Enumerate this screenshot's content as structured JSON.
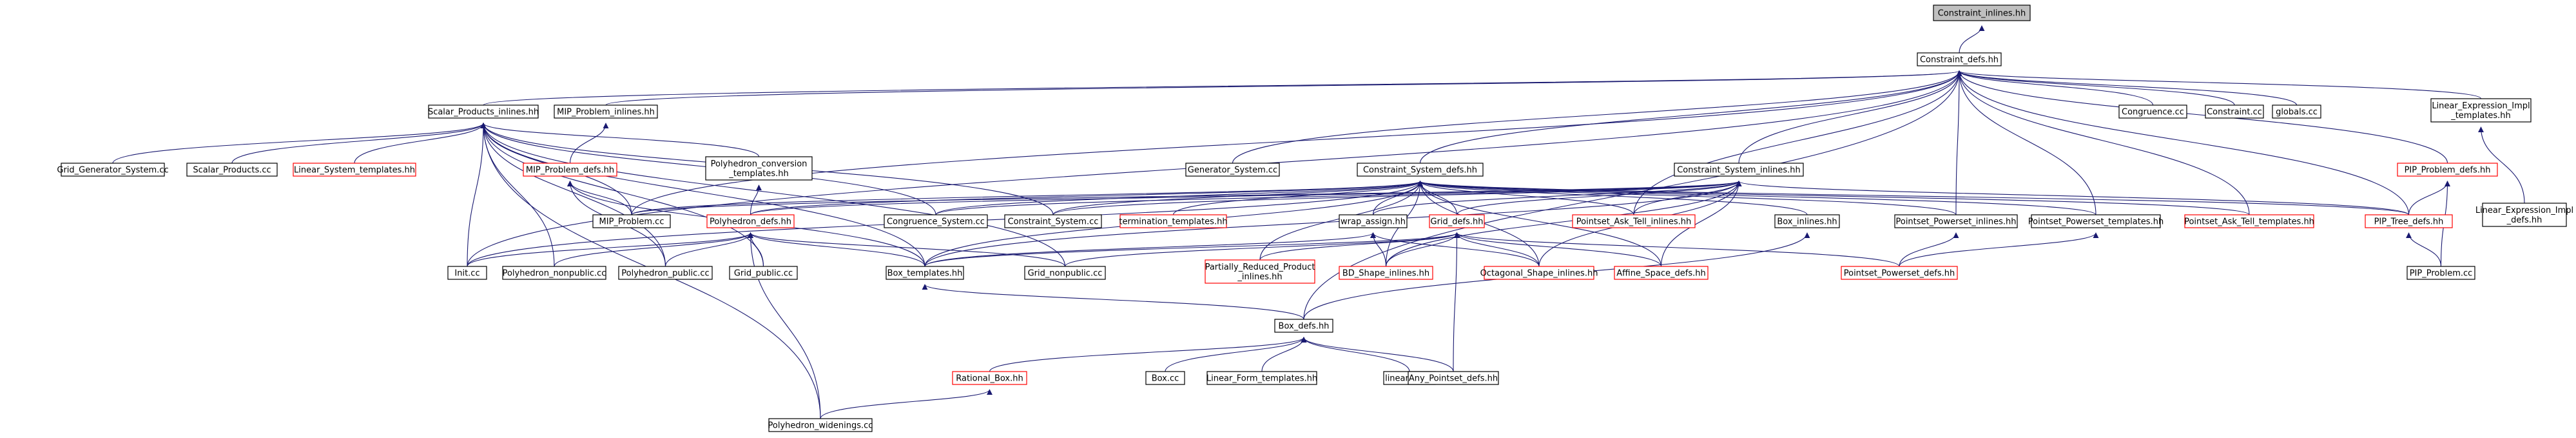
{
  "colors": {
    "edge": "#191970",
    "node_border_normal": "#000000",
    "node_border_truncated": "#ff0000",
    "root_fill": "#bfbfbf",
    "node_fill": "#ffffff",
    "background": "#ffffff"
  },
  "nodes": [
    {
      "id": "root",
      "lines": [
        "Constraint_inlines.hh"
      ],
      "root": true
    },
    {
      "id": "cdefs",
      "lines": [
        "Constraint_defs.hh"
      ]
    },
    {
      "id": "spi",
      "lines": [
        "Scalar_Products_inlines.hh"
      ]
    },
    {
      "id": "mipi",
      "lines": [
        "MIP_Problem_inlines.hh"
      ]
    },
    {
      "id": "cong",
      "lines": [
        "Congruence.cc"
      ]
    },
    {
      "id": "constr",
      "lines": [
        "Constraint.cc"
      ]
    },
    {
      "id": "glob",
      "lines": [
        "globals.cc"
      ]
    },
    {
      "id": "leimpl",
      "lines": [
        "Linear_Expression_Impl",
        "_templates.hh"
      ]
    },
    {
      "id": "ggs",
      "lines": [
        "Grid_Generator_System.cc"
      ]
    },
    {
      "id": "spcc",
      "lines": [
        "Scalar_Products.cc"
      ]
    },
    {
      "id": "lst",
      "lines": [
        "Linear_System_templates.hh"
      ],
      "truncated": true
    },
    {
      "id": "mipdefs",
      "lines": [
        "MIP_Problem_defs.hh"
      ],
      "truncated": true
    },
    {
      "id": "pct",
      "lines": [
        "Polyhedron_conversion",
        "_templates.hh"
      ]
    },
    {
      "id": "gscc",
      "lines": [
        "Generator_System.cc"
      ]
    },
    {
      "id": "csdefs",
      "lines": [
        "Constraint_System_defs.hh"
      ]
    },
    {
      "id": "csinl",
      "lines": [
        "Constraint_System_inlines.hh"
      ]
    },
    {
      "id": "pipdefs",
      "lines": [
        "PIP_Problem_defs.hh"
      ],
      "truncated": true
    },
    {
      "id": "leimpldefs",
      "lines": [
        "Linear_Expression_Impl",
        "_defs.hh"
      ]
    },
    {
      "id": "mipcc",
      "lines": [
        "MIP_Problem.cc"
      ]
    },
    {
      "id": "polydefs",
      "lines": [
        "Polyhedron_defs.hh"
      ],
      "truncated": true
    },
    {
      "id": "congsys",
      "lines": [
        "Congruence_System.cc"
      ]
    },
    {
      "id": "constrsys",
      "lines": [
        "Constraint_System.cc"
      ]
    },
    {
      "id": "termt",
      "lines": [
        "termination_templates.hh"
      ],
      "truncated": true
    },
    {
      "id": "wrap",
      "lines": [
        "wrap_assign.hh"
      ]
    },
    {
      "id": "griddefs",
      "lines": [
        "Grid_defs.hh"
      ],
      "truncated": true
    },
    {
      "id": "patinl",
      "lines": [
        "Pointset_Ask_Tell_inlines.hh"
      ],
      "truncated": true
    },
    {
      "id": "boxinl",
      "lines": [
        "Box_inlines.hh"
      ]
    },
    {
      "id": "ppinl",
      "lines": [
        "Pointset_Powerset_inlines.hh"
      ]
    },
    {
      "id": "ppt",
      "lines": [
        "Pointset_Powerset_templates.hh"
      ]
    },
    {
      "id": "patt",
      "lines": [
        "Pointset_Ask_Tell_templates.hh"
      ],
      "truncated": true
    },
    {
      "id": "piptree",
      "lines": [
        "PIP_Tree_defs.hh"
      ],
      "truncated": true
    },
    {
      "id": "initcc",
      "lines": [
        "Init.cc"
      ]
    },
    {
      "id": "polynp",
      "lines": [
        "Polyhedron_nonpublic.cc"
      ]
    },
    {
      "id": "polypub",
      "lines": [
        "Polyhedron_public.cc"
      ]
    },
    {
      "id": "gridpub",
      "lines": [
        "Grid_public.cc"
      ]
    },
    {
      "id": "boxt",
      "lines": [
        "Box_templates.hh"
      ]
    },
    {
      "id": "gridnp",
      "lines": [
        "Grid_nonpublic.cc"
      ]
    },
    {
      "id": "prp",
      "lines": [
        "Partially_Reduced_Product",
        "_inlines.hh"
      ],
      "truncated": true
    },
    {
      "id": "bds",
      "lines": [
        "BD_Shape_inlines.hh"
      ],
      "truncated": true
    },
    {
      "id": "octs",
      "lines": [
        "Octagonal_Shape_inlines.hh"
      ],
      "truncated": true
    },
    {
      "id": "affs",
      "lines": [
        "Affine_Space_defs.hh"
      ],
      "truncated": true
    },
    {
      "id": "ppdefs",
      "lines": [
        "Pointset_Powerset_defs.hh"
      ],
      "truncated": true
    },
    {
      "id": "pipcc",
      "lines": [
        "PIP_Problem.cc"
      ]
    },
    {
      "id": "boxdefs",
      "lines": [
        "Box_defs.hh"
      ]
    },
    {
      "id": "rbox",
      "lines": [
        "Rational_Box.hh"
      ],
      "truncated": true
    },
    {
      "id": "boxcc",
      "lines": [
        "Box.cc"
      ]
    },
    {
      "id": "lft",
      "lines": [
        "Linear_Form_templates.hh"
      ]
    },
    {
      "id": "lin",
      "lines": [
        "linearize.hh"
      ]
    },
    {
      "id": "apd",
      "lines": [
        "Any_Pointset_defs.hh"
      ]
    },
    {
      "id": "pwid",
      "lines": [
        "Polyhedron_widenings.cc"
      ]
    }
  ]
}
